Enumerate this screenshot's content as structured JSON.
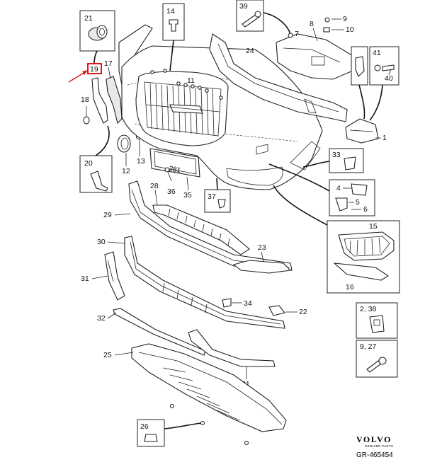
{
  "callouts": {
    "c1": "1",
    "c2_38": "2, 38",
    "c4": "4",
    "c5": "5",
    "c6": "6",
    "c7": "7",
    "c8": "8",
    "c9": "9",
    "c9_27": "9, 27",
    "c10": "10",
    "c11": "11",
    "c12": "12",
    "c13": "13",
    "c14": "14",
    "c15": "15",
    "c16": "16",
    "c17": "17",
    "c18": "18",
    "c19": "19",
    "c20": "20",
    "c21": "21",
    "c22": "22",
    "c23": "23",
    "c24": "24",
    "c25": "25",
    "c26": "26",
    "c28": "28",
    "c29": "29",
    "c30": "30",
    "c31a": "31",
    "c31b": "31",
    "c32": "32",
    "c33": "33",
    "c34": "34",
    "c35": "35",
    "c36": "36",
    "c37": "37",
    "c39": "39",
    "c40": "40",
    "c41": "41"
  },
  "brand": {
    "name": "VOLVO",
    "subtitle": "GENUINE PARTS"
  },
  "reference": "GR-465454",
  "plate_text": "281",
  "colors": {
    "highlight": "#e01818",
    "line": "#222222"
  }
}
